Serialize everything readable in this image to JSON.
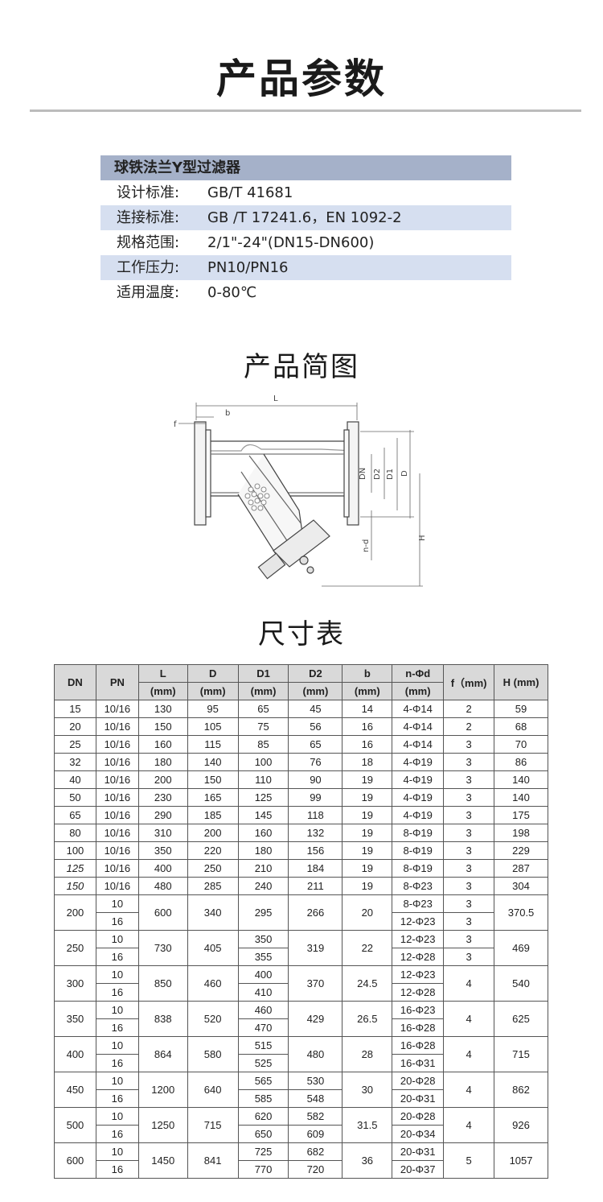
{
  "page_title": "产品参数",
  "spec": {
    "header": "球铁法兰Y型过滤器",
    "rows": [
      {
        "key": "设计标准:",
        "value": "GB/T 41681"
      },
      {
        "key": "连接标准:",
        "value": "GB /T 17241.6，EN 1092-2"
      },
      {
        "key": "规格范围:",
        "value": "2/1\"-24\"(DN15-DN600)"
      },
      {
        "key": "工作压力:",
        "value": "PN10/PN16"
      },
      {
        "key": "适用温度:",
        "value": "0-80℃"
      }
    ]
  },
  "drawing": {
    "title": "产品简图",
    "labels": {
      "L": "L",
      "b": "b",
      "f": "f",
      "DN": "DN",
      "D2": "D2",
      "D1": "D1",
      "D": "D",
      "nd": "n-d",
      "H": "H"
    }
  },
  "table": {
    "title": "尺寸表",
    "headers": {
      "dn": "DN",
      "pn": "PN",
      "l": "L",
      "d": "D",
      "d1": "D1",
      "d2": "D2",
      "b": "b",
      "nphi": "n-Φd",
      "f": "f（mm)",
      "h": "H (mm)",
      "unit": "(mm)"
    },
    "simple_rows": [
      [
        "15",
        "10/16",
        "130",
        "95",
        "65",
        "45",
        "14",
        "4-Φ14",
        "2",
        "59"
      ],
      [
        "20",
        "10/16",
        "150",
        "105",
        "75",
        "56",
        "16",
        "4-Φ14",
        "2",
        "68"
      ],
      [
        "25",
        "10/16",
        "160",
        "115",
        "85",
        "65",
        "16",
        "4-Φ14",
        "3",
        "70"
      ],
      [
        "32",
        "10/16",
        "180",
        "140",
        "100",
        "76",
        "18",
        "4-Φ19",
        "3",
        "86"
      ],
      [
        "40",
        "10/16",
        "200",
        "150",
        "110",
        "90",
        "19",
        "4-Φ19",
        "3",
        "140"
      ],
      [
        "50",
        "10/16",
        "230",
        "165",
        "125",
        "99",
        "19",
        "4-Φ19",
        "3",
        "140"
      ],
      [
        "65",
        "10/16",
        "290",
        "185",
        "145",
        "118",
        "19",
        "4-Φ19",
        "3",
        "175"
      ],
      [
        "80",
        "10/16",
        "310",
        "200",
        "160",
        "132",
        "19",
        "8-Φ19",
        "3",
        "198"
      ],
      [
        "100",
        "10/16",
        "350",
        "220",
        "180",
        "156",
        "19",
        "8-Φ19",
        "3",
        "229"
      ],
      [
        "125",
        "10/16",
        "400",
        "250",
        "210",
        "184",
        "19",
        "8-Φ19",
        "3",
        "287"
      ],
      [
        "150",
        "10/16",
        "480",
        "285",
        "240",
        "211",
        "19",
        "8-Φ23",
        "3",
        "304"
      ]
    ],
    "groups": [
      {
        "dn": "200",
        "pn": [
          "10",
          "16"
        ],
        "l": "600",
        "d": "340",
        "d1": [
          "295"
        ],
        "d2": [
          "266"
        ],
        "b": "20",
        "nphi": [
          "8-Φ23",
          "12-Φ23"
        ],
        "f": [
          "3",
          "3"
        ],
        "h": "370.5"
      },
      {
        "dn": "250",
        "pn": [
          "10",
          "16"
        ],
        "l": "730",
        "d": "405",
        "d1": [
          "350",
          "355"
        ],
        "d2": [
          "319"
        ],
        "b": "22",
        "nphi": [
          "12-Φ23",
          "12-Φ28"
        ],
        "f": [
          "3",
          "3"
        ],
        "h": "469"
      },
      {
        "dn": "300",
        "pn": [
          "10",
          "16"
        ],
        "l": "850",
        "d": "460",
        "d1": [
          "400",
          "410"
        ],
        "d2": [
          "370"
        ],
        "b": "24.5",
        "nphi": [
          "12-Φ23",
          "12-Φ28"
        ],
        "f": [
          "4"
        ],
        "h": "540"
      },
      {
        "dn": "350",
        "pn": [
          "10",
          "16"
        ],
        "l": "838",
        "d": "520",
        "d1": [
          "460",
          "470"
        ],
        "d2": [
          "429"
        ],
        "b": "26.5",
        "nphi": [
          "16-Φ23",
          "16-Φ28"
        ],
        "f": [
          "4"
        ],
        "h": "625"
      },
      {
        "dn": "400",
        "pn": [
          "10",
          "16"
        ],
        "l": "864",
        "d": "580",
        "d1": [
          "515",
          "525"
        ],
        "d2": [
          "480"
        ],
        "b": "28",
        "nphi": [
          "16-Φ28",
          "16-Φ31"
        ],
        "f": [
          "4"
        ],
        "h": "715"
      },
      {
        "dn": "450",
        "pn": [
          "10",
          "16"
        ],
        "l": "1200",
        "d": "640",
        "d1": [
          "565",
          "585"
        ],
        "d2": [
          "530",
          "548"
        ],
        "b": "30",
        "nphi": [
          "20-Φ28",
          "20-Φ31"
        ],
        "f": [
          "4"
        ],
        "h": "862"
      },
      {
        "dn": "500",
        "pn": [
          "10",
          "16"
        ],
        "l": "1250",
        "d": "715",
        "d1": [
          "620",
          "650"
        ],
        "d2": [
          "582",
          "609"
        ],
        "b": "31.5",
        "nphi": [
          "20-Φ28",
          "20-Φ34"
        ],
        "f": [
          "4"
        ],
        "h": "926"
      },
      {
        "dn": "600",
        "pn": [
          "10",
          "16"
        ],
        "l": "1450",
        "d": "841",
        "d1": [
          "725",
          "770"
        ],
        "d2": [
          "682",
          "720"
        ],
        "b": "36",
        "nphi": [
          "20-Φ31",
          "20-Φ37"
        ],
        "f": [
          "5"
        ],
        "h": "1057"
      }
    ]
  }
}
